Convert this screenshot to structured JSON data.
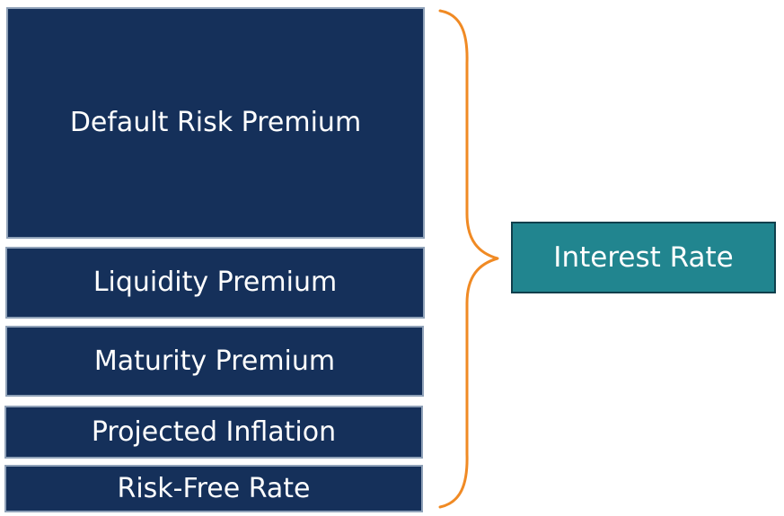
{
  "diagram": {
    "blocks": [
      {
        "id": "default-risk-premium",
        "label": "Default Risk Premium"
      },
      {
        "id": "liquidity-premium",
        "label": "Liquidity Premium"
      },
      {
        "id": "maturity-premium",
        "label": "Maturity Premium"
      },
      {
        "id": "projected-inflation",
        "label": "Projected Inflation"
      },
      {
        "id": "risk-free-rate",
        "label": "Risk-Free Rate"
      }
    ],
    "result": {
      "label": "Interest Rate"
    },
    "colors": {
      "block_fill": "#15305a",
      "block_border": "#8fa1b8",
      "result_fill": "#21858f",
      "result_border": "#0f3f4c",
      "brace": "#f08a24",
      "text": "#ffffff"
    }
  }
}
